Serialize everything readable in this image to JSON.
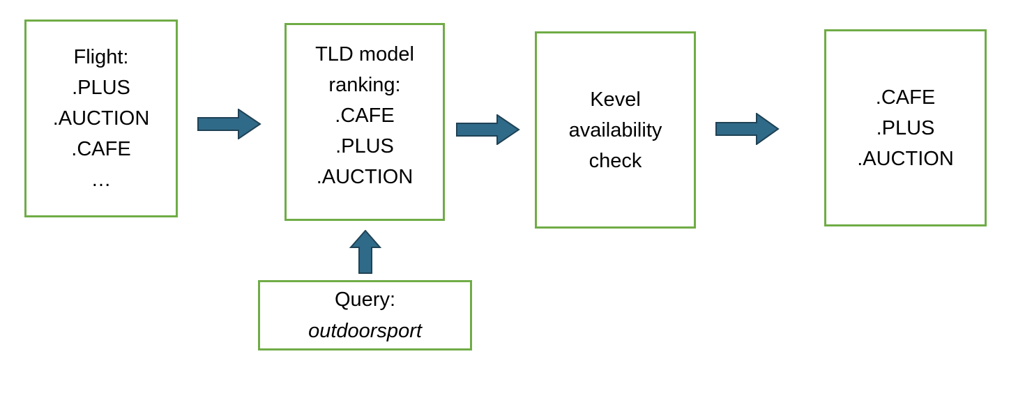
{
  "colors": {
    "background": "#FFFFFF",
    "box_border": "#6FAC46",
    "arrow_fill": "#306A89",
    "arrow_stroke": "#1F4255",
    "text": "#000000"
  },
  "diagram": {
    "flight_box": {
      "lines": [
        "Flight:",
        ".PLUS",
        ".AUCTION",
        ".CAFE",
        "…"
      ]
    },
    "ranking_box": {
      "lines": [
        "TLD model",
        "ranking:",
        ".CAFE",
        ".PLUS",
        ".AUCTION"
      ]
    },
    "kevel_box": {
      "lines": [
        "Kevel",
        "availability",
        "check"
      ]
    },
    "result_box": {
      "lines": [
        ".CAFE",
        ".PLUS",
        ".AUCTION"
      ]
    },
    "query_box": {
      "label": "Query:",
      "value": "outdoorsport"
    }
  }
}
